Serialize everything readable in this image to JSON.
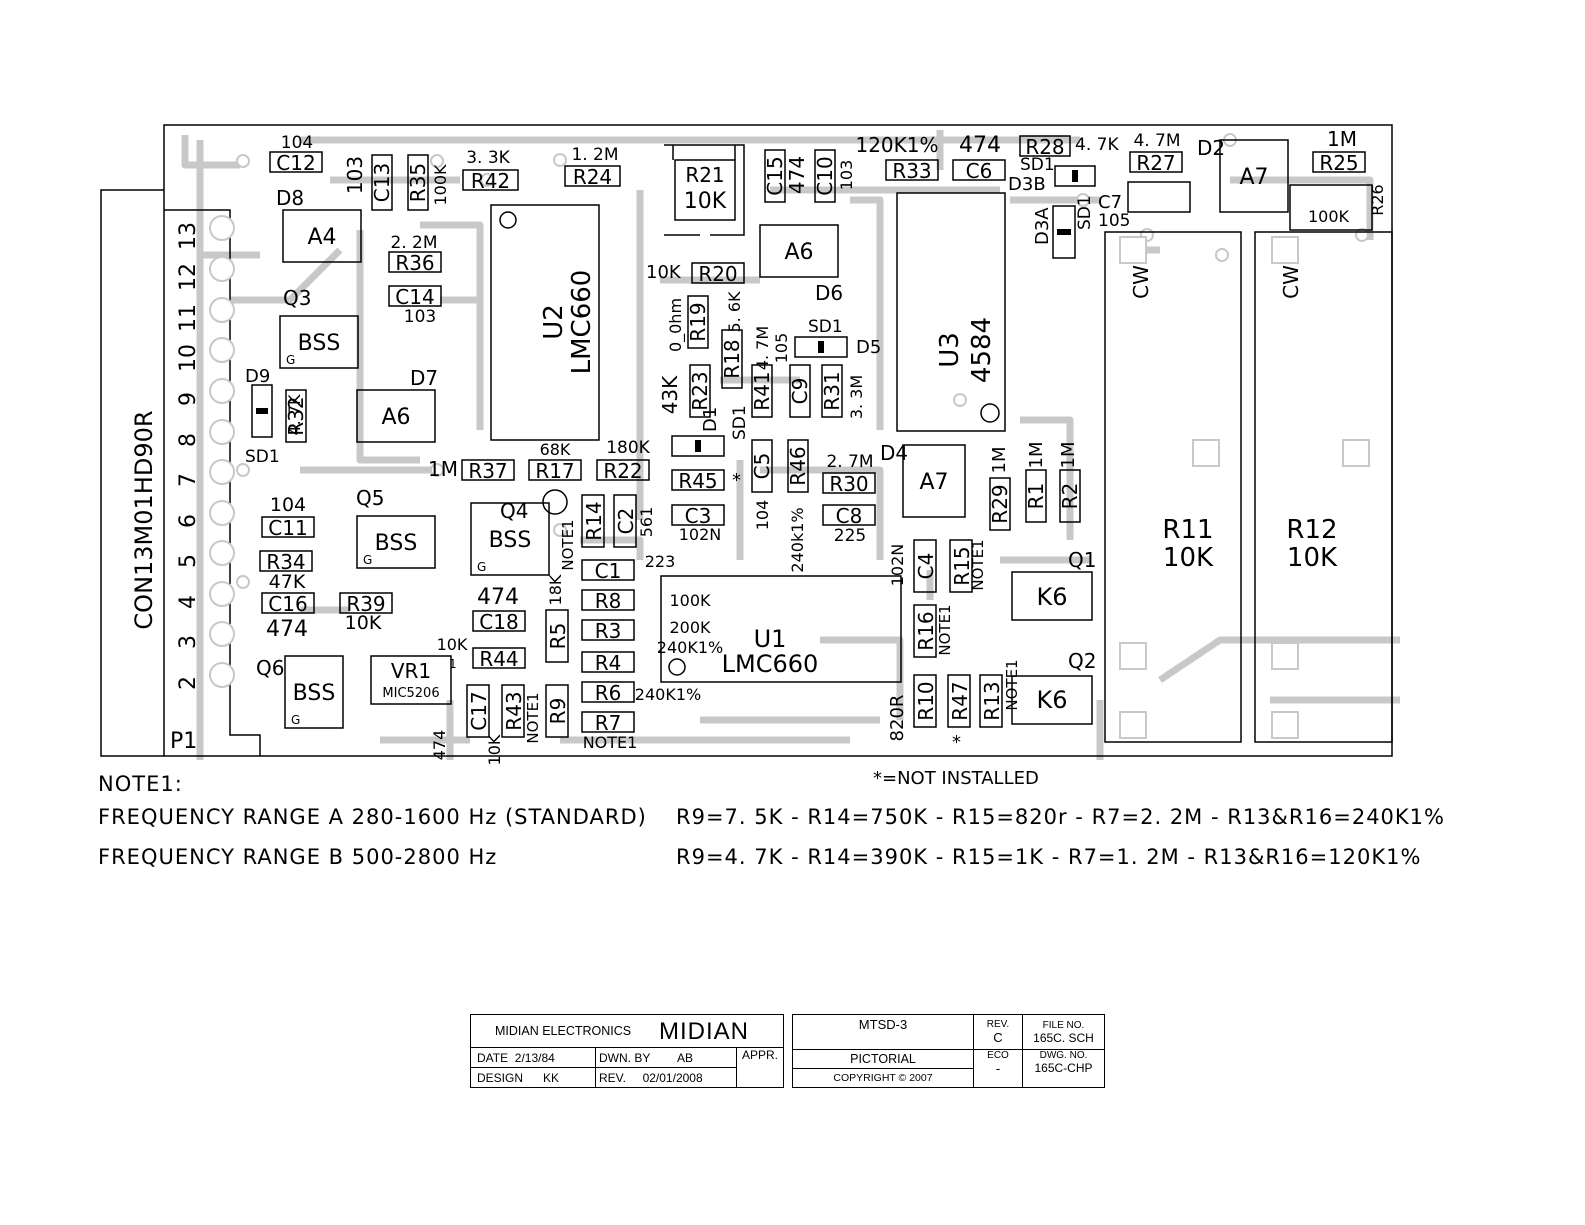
{
  "connector": {
    "ref": "P1",
    "part": "CON13M01HD90R",
    "pins": [
      "13",
      "12",
      "11",
      "10",
      "9",
      "8",
      "7",
      "6",
      "5",
      "4",
      "3",
      "2"
    ]
  },
  "components": [
    {
      "ref": "C12",
      "value": "104"
    },
    {
      "ref": "C13",
      "value": "103"
    },
    {
      "ref": "R35",
      "value": "100K"
    },
    {
      "ref": "R42",
      "value": "3. 3K"
    },
    {
      "ref": "R24",
      "value": "1. 2M"
    },
    {
      "ref": "R21",
      "value": "10K"
    },
    {
      "ref": "C15",
      "value": "474"
    },
    {
      "ref": "C10",
      "value": "103"
    },
    {
      "ref": "R33",
      "value": "120K1%"
    },
    {
      "ref": "C6",
      "value": "474"
    },
    {
      "ref": "R28",
      "value": "4. 7K"
    },
    {
      "ref": "R27",
      "value": "4. 7M"
    },
    {
      "ref": "R25",
      "value": "1M"
    },
    {
      "ref": "R26",
      "value": "100K"
    },
    {
      "ref": "R36",
      "value": "2. 2M"
    },
    {
      "ref": "C14",
      "value": "103"
    },
    {
      "ref": "R20",
      "value": "10K"
    },
    {
      "ref": "R19",
      "value": "0_0hm"
    },
    {
      "ref": "R18",
      "value": "5. 6K"
    },
    {
      "ref": "R23",
      "value": "43K"
    },
    {
      "ref": "R41",
      "value": "4. 7M"
    },
    {
      "ref": "C9",
      "value": "105"
    },
    {
      "ref": "R31",
      "value": "3. 3M"
    },
    {
      "ref": "R32",
      "value": "4. 7K"
    },
    {
      "ref": "R37",
      "value": "1M"
    },
    {
      "ref": "R17",
      "value": "68K"
    },
    {
      "ref": "R22",
      "value": "180K"
    },
    {
      "ref": "R45",
      "value": ""
    },
    {
      "ref": "C5",
      "value": "104"
    },
    {
      "ref": "R46",
      "value": "240k1%"
    },
    {
      "ref": "R30",
      "value": "2. 7M"
    },
    {
      "ref": "C8",
      "value": "225"
    },
    {
      "ref": "R29",
      "value": "1M"
    },
    {
      "ref": "R1",
      "value": "1M"
    },
    {
      "ref": "R2",
      "value": "1M"
    },
    {
      "ref": "C11",
      "value": "104"
    },
    {
      "ref": "R34",
      "value": "47K"
    },
    {
      "ref": "C16",
      "value": "474"
    },
    {
      "ref": "R39",
      "value": "10K"
    },
    {
      "ref": "C18",
      "value": "474"
    },
    {
      "ref": "R44",
      "value": "10K"
    },
    {
      "ref": "R14",
      "value": "NOTE1"
    },
    {
      "ref": "C2",
      "value": "561"
    },
    {
      "ref": "C3",
      "value": "102N"
    },
    {
      "ref": "C1",
      "value": "223"
    },
    {
      "ref": "R8",
      "value": "100K"
    },
    {
      "ref": "R3",
      "value": "200K"
    },
    {
      "ref": "R4",
      "value": "240K1%"
    },
    {
      "ref": "R6",
      "value": "240K1%"
    },
    {
      "ref": "R7",
      "value": "NOTE1"
    },
    {
      "ref": "R5",
      "value": "18K"
    },
    {
      "ref": "R9",
      "value": "NOTE1"
    },
    {
      "ref": "R43",
      "value": "10K"
    },
    {
      "ref": "C17",
      "value": "474"
    },
    {
      "ref": "C4",
      "value": "102N"
    },
    {
      "ref": "R15",
      "value": "NOTE1"
    },
    {
      "ref": "R16",
      "value": "NOTE1"
    },
    {
      "ref": "R10",
      "value": "820R"
    },
    {
      "ref": "R47",
      "value": ""
    },
    {
      "ref": "R13",
      "value": "NOTE1"
    }
  ],
  "ics": [
    {
      "ref": "U2",
      "part": "LMC660"
    },
    {
      "ref": "U3",
      "part": "4584"
    },
    {
      "ref": "U1",
      "part": "LMC660"
    },
    {
      "ref": "VR1",
      "part": "MIC5206"
    }
  ],
  "transistors": [
    {
      "ref": "Q3",
      "part": "BSS"
    },
    {
      "ref": "Q5",
      "part": "BSS"
    },
    {
      "ref": "Q4",
      "part": "BSS"
    },
    {
      "ref": "Q6",
      "part": "BSS"
    },
    {
      "ref": "Q1",
      "part": "K6"
    },
    {
      "ref": "Q2",
      "part": "K6"
    }
  ],
  "diodes": [
    {
      "ref": "D8",
      "part": "A4"
    },
    {
      "ref": "D7",
      "part": "A6"
    },
    {
      "ref": "D6",
      "part": "A6"
    },
    {
      "ref": "D4",
      "part": "A7"
    },
    {
      "ref": "D2",
      "part": "A7"
    },
    {
      "ref": "D9",
      "part": "SD1"
    },
    {
      "ref": "D1",
      "part": "SD1"
    },
    {
      "ref": "D5",
      "part": "SD1"
    },
    {
      "ref": "D3B",
      "part": "SD1"
    },
    {
      "ref": "D3A",
      "part": "SD1"
    },
    {
      "ref": "C7",
      "part": "105"
    }
  ],
  "pots": [
    {
      "ref": "R11",
      "value": "10K",
      "mark": "CW"
    },
    {
      "ref": "R12",
      "value": "10K",
      "mark": "CW"
    }
  ],
  "misc_labels": {
    "not_installed": "*=NOT INSTALLED",
    "star": "*",
    "gate": "G",
    "pin1": "1"
  },
  "notes": {
    "heading": "NOTE1:",
    "rows": [
      {
        "label": "FREQUENCY RANGE A 280-1600 Hz (STANDARD)",
        "values": "R9=7. 5K - R14=750K - R15=820r - R7=2. 2M - R13&R16=240K1%"
      },
      {
        "label": "FREQUENCY RANGE B 500-2800 Hz",
        "values": "R9=4. 7K - R14=390K - R15=1K   - R7=1. 2M - R13&R16=120K1%"
      }
    ]
  },
  "title_block": {
    "company": "MIDIAN ELECTRONICS",
    "logo": "MIDIAN",
    "date_label": "DATE",
    "date": "2/13/84",
    "dwn_label": "DWN. BY",
    "dwn": "AB",
    "appr_label": "APPR.",
    "design_label": "DESIGN",
    "design": "KK",
    "rev_label": "REV.",
    "rev_date": "02/01/2008",
    "model": "MTSD-3",
    "sheet_type": "PICTORIAL",
    "copyright": "COPYRIGHT ©  2007",
    "rev_hdr": "REV.",
    "rev": "C",
    "eco_hdr": "ECO",
    "eco": "-",
    "file_hdr": "FILE NO.",
    "file": "165C. SCH",
    "dwg_hdr": "DWG. NO.",
    "dwg": "165C-CHP"
  }
}
